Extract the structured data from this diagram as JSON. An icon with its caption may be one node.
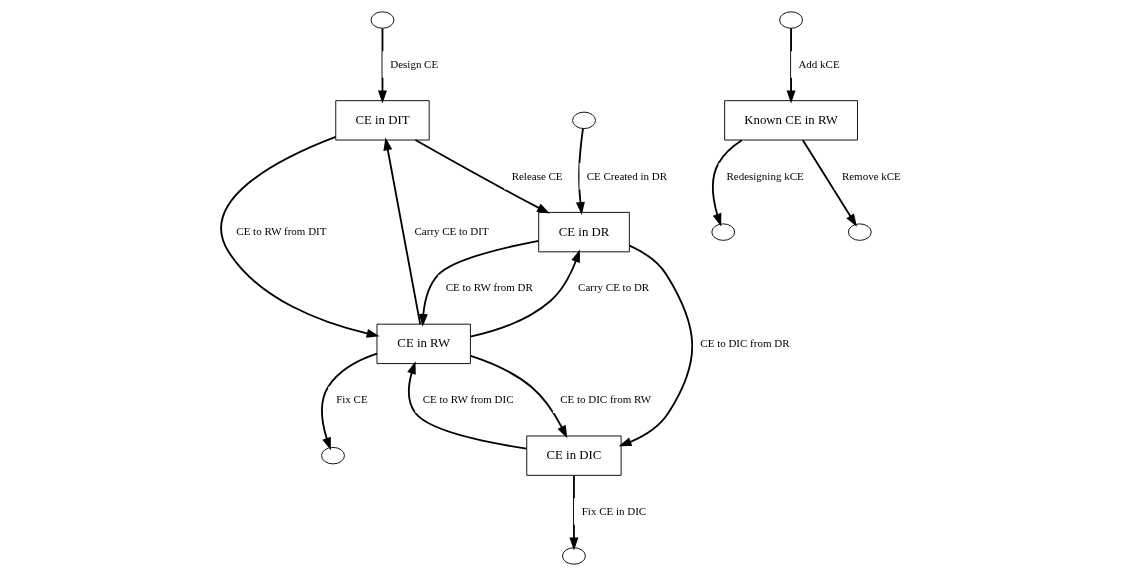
{
  "diagram": {
    "nodes": [
      {
        "text": [],
        "shape": "cloud"
      },
      {
        "text": [
          "CE in DIT"
        ]
      },
      {
        "text": [
          "CE in DR"
        ]
      },
      {
        "text": [],
        "shape": "cloud"
      },
      {
        "text": [],
        "shape": "cloud"
      },
      {
        "text": [
          "Known CE in RW"
        ]
      },
      {
        "text": [],
        "shape": "cloud"
      },
      {
        "text": [
          "CE in RW"
        ]
      },
      {
        "text": [
          "CE in DIC"
        ]
      },
      {
        "text": [],
        "shape": "cloud"
      },
      {
        "text": [],
        "shape": "cloud"
      },
      {
        "text": [],
        "shape": "cloud"
      }
    ],
    "edges": [
      {
        "from": 0,
        "to": 1,
        "arrow": "to",
        "label": "Design CE"
      },
      {
        "from": 1,
        "to": 2,
        "arrow": "to",
        "label": "Release CE"
      },
      {
        "from": 3,
        "to": 2,
        "arrow": "to",
        "label": "CE Created in DR"
      },
      {
        "from": 7,
        "to": 2,
        "arrow": "to",
        "label": "Carry CE to DR"
      },
      {
        "from": 1,
        "to": 7,
        "arrow": "to",
        "label": "CE to RW from DIT"
      },
      {
        "from": 7,
        "to": 1,
        "arrow": "to",
        "label": "Carry CE to DIT"
      },
      {
        "from": 2,
        "to": 8,
        "arrow": "to",
        "label": "CE to DIC from DR"
      },
      {
        "from": 2,
        "to": 7,
        "arrow": "to",
        "label": "CE to RW from DR"
      },
      {
        "from": 7,
        "to": 8,
        "arrow": "to",
        "label": "CE to DIC from RW"
      },
      {
        "from": 8,
        "to": 7,
        "arrow": "to",
        "label": "CE to RW from DIC"
      },
      {
        "from": 8,
        "to": 11,
        "arrow": "to",
        "label": "Fix CE in DIC"
      },
      {
        "from": 7,
        "to": 10,
        "arrow": "to",
        "label": "Fix CE"
      },
      {
        "from": 5,
        "to": 4,
        "arrow": "to",
        "label": "Redesigning kCE"
      },
      {
        "from": 6,
        "to": 5,
        "arrow": "to",
        "label": "Add kCE"
      },
      {
        "from": 5,
        "to": 9,
        "arrow": "to",
        "label": "Remove kCE"
      }
    ]
  }
}
